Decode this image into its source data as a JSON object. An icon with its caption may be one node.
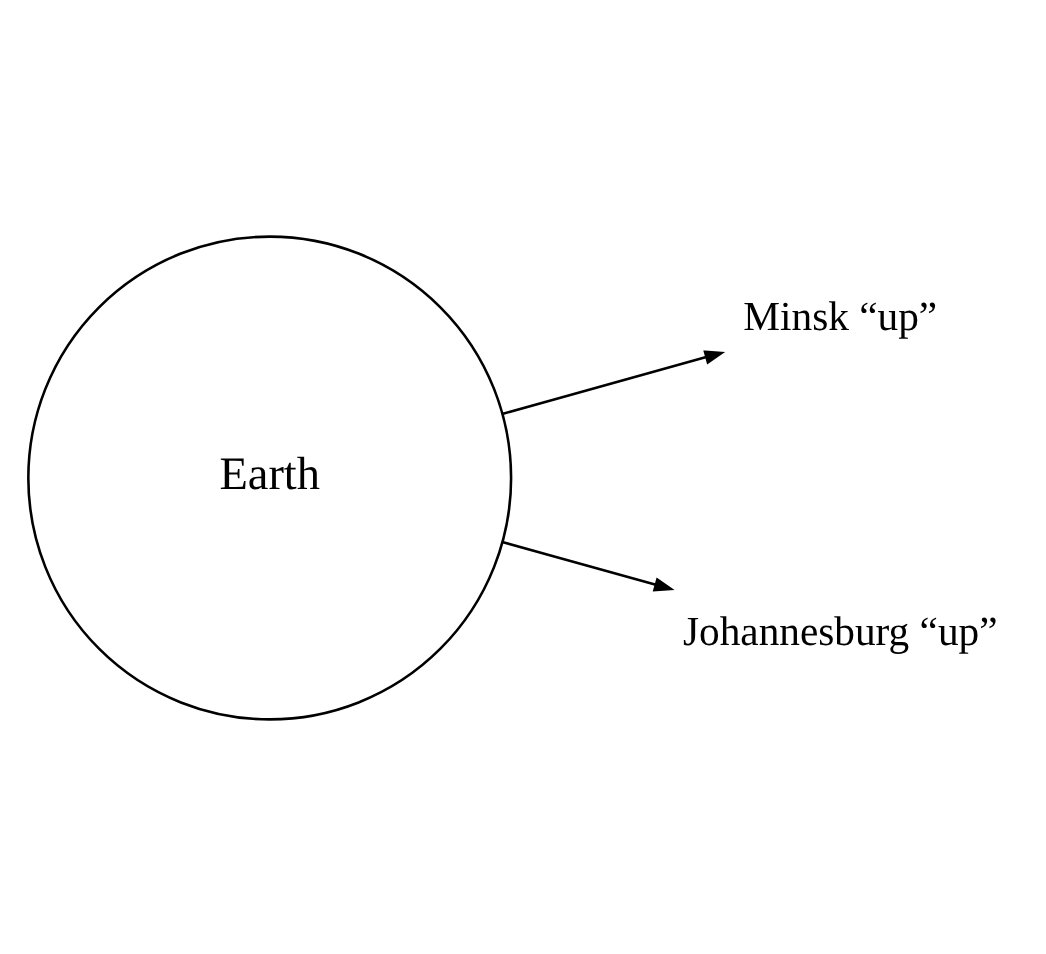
{
  "diagram": {
    "nodes": [
      {
        "text": [
          "Earth"
        ]
      },
      {
        "text": [
          "Minsk “up”"
        ]
      },
      {
        "text": [
          "Johannesburg “up”"
        ]
      }
    ],
    "edges": [
      {
        "from": 0,
        "to": 1,
        "arrow": "to"
      },
      {
        "from": 0,
        "to": 2,
        "arrow": "to"
      }
    ]
  }
}
